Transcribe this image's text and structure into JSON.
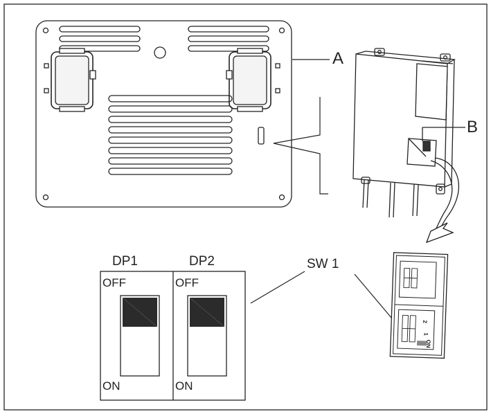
{
  "labels": {
    "a": "A",
    "b": "B",
    "sw1": "SW 1",
    "dp1": "DP1",
    "dp2": "DP2",
    "off": "OFF",
    "on": "ON"
  },
  "module_labels": {
    "two": "2",
    "one": "1",
    "on": "ON"
  },
  "colors": {
    "line": "#222222",
    "switch_fill": "#2b2b2b",
    "background": "#ffffff"
  }
}
